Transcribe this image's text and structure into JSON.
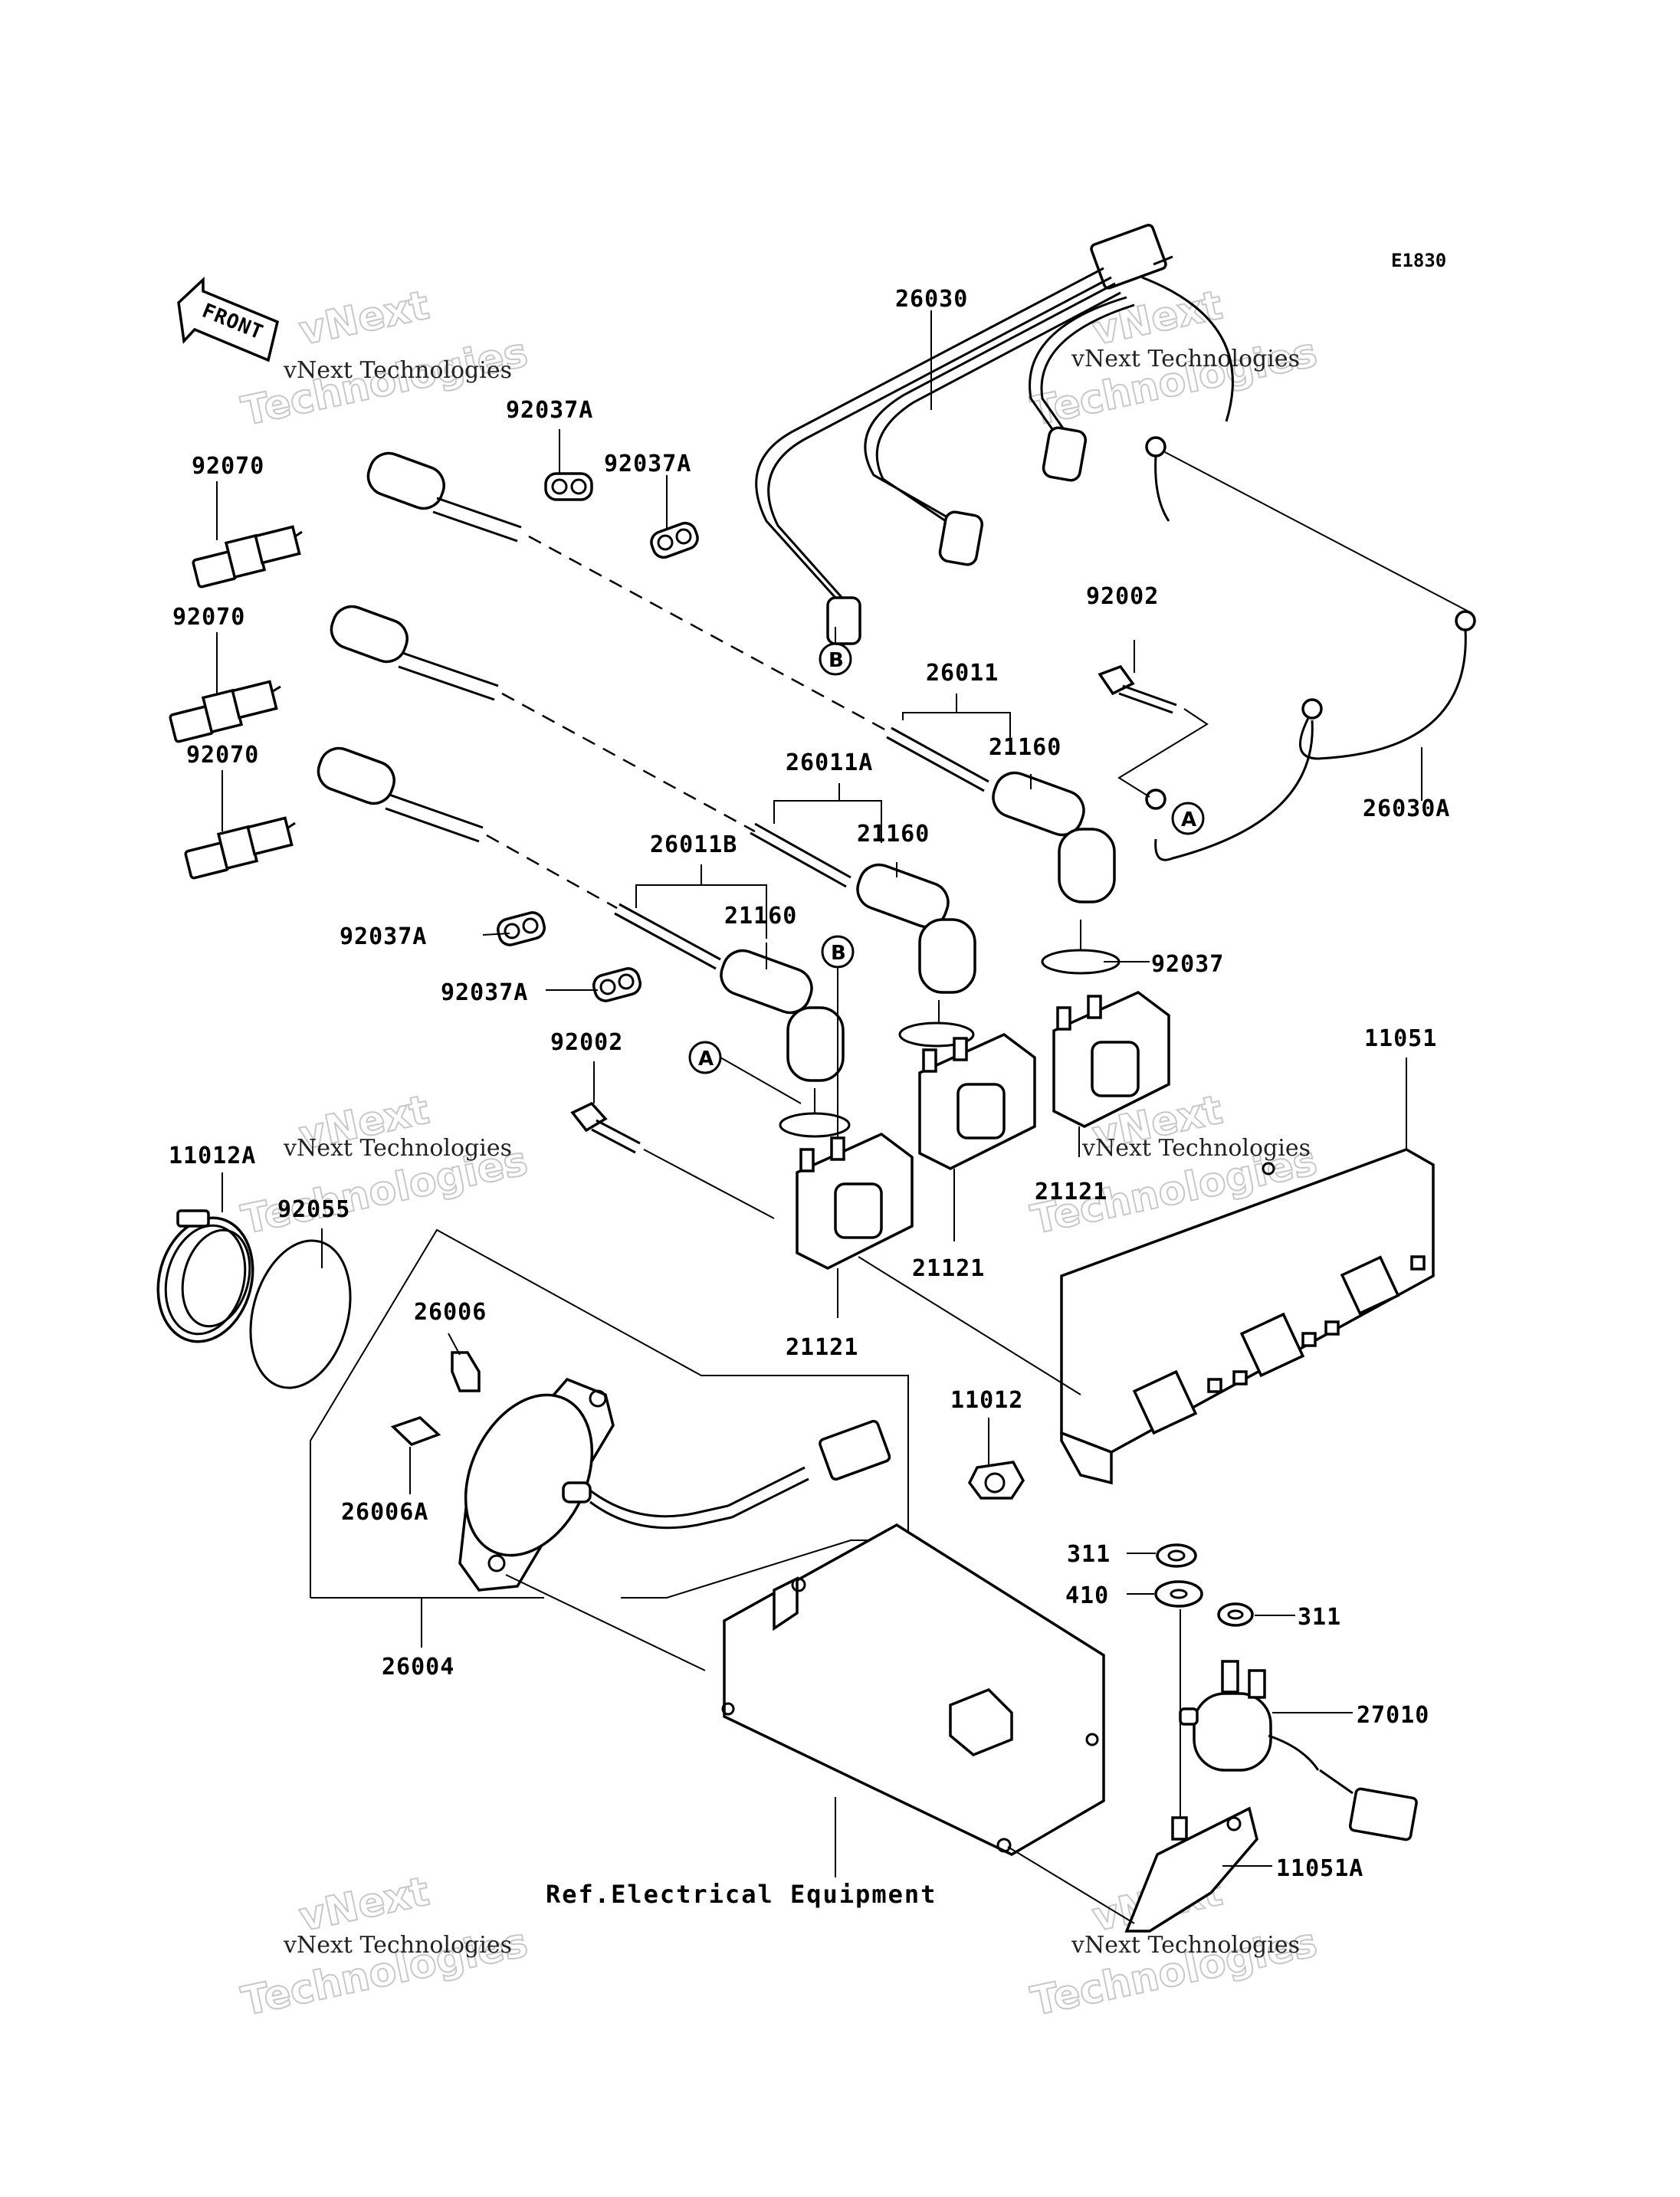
{
  "diagram_code": "E1830",
  "front_label": "FRONT",
  "reference_note": "Ref.Electrical Equipment",
  "watermark": {
    "line1": "vNext Technologies",
    "line2": "vNext Technologies"
  },
  "connectors": {
    "a": "A",
    "b": "B"
  },
  "parts": [
    {
      "id": "p26030",
      "number": "26030"
    },
    {
      "id": "p92037A_1",
      "number": "92037A"
    },
    {
      "id": "p92037A_2",
      "number": "92037A"
    },
    {
      "id": "p92070_1",
      "number": "92070"
    },
    {
      "id": "p92070_2",
      "number": "92070"
    },
    {
      "id": "p92070_3",
      "number": "92070"
    },
    {
      "id": "p92002_1",
      "number": "92002"
    },
    {
      "id": "p26011",
      "number": "26011"
    },
    {
      "id": "p21160_1",
      "number": "21160"
    },
    {
      "id": "p26011A",
      "number": "26011A"
    },
    {
      "id": "p21160_2",
      "number": "21160"
    },
    {
      "id": "p26030A",
      "number": "26030A"
    },
    {
      "id": "p26011B",
      "number": "26011B"
    },
    {
      "id": "p21160_3",
      "number": "21160"
    },
    {
      "id": "p92037A_3",
      "number": "92037A"
    },
    {
      "id": "p92037",
      "number": "92037"
    },
    {
      "id": "p92037A_4",
      "number": "92037A"
    },
    {
      "id": "p92002_2",
      "number": "92002"
    },
    {
      "id": "p11051",
      "number": "11051"
    },
    {
      "id": "p11012A",
      "number": "11012A"
    },
    {
      "id": "p92055",
      "number": "92055"
    },
    {
      "id": "p21121_1",
      "number": "21121"
    },
    {
      "id": "p21121_2",
      "number": "21121"
    },
    {
      "id": "p21121_3",
      "number": "21121"
    },
    {
      "id": "p26006",
      "number": "26006"
    },
    {
      "id": "p11012",
      "number": "11012"
    },
    {
      "id": "p26006A",
      "number": "26006A"
    },
    {
      "id": "p311_1",
      "number": "311"
    },
    {
      "id": "p410",
      "number": "410"
    },
    {
      "id": "p311_2",
      "number": "311"
    },
    {
      "id": "p26004",
      "number": "26004"
    },
    {
      "id": "p27010",
      "number": "27010"
    },
    {
      "id": "p11051A",
      "number": "11051A"
    }
  ]
}
